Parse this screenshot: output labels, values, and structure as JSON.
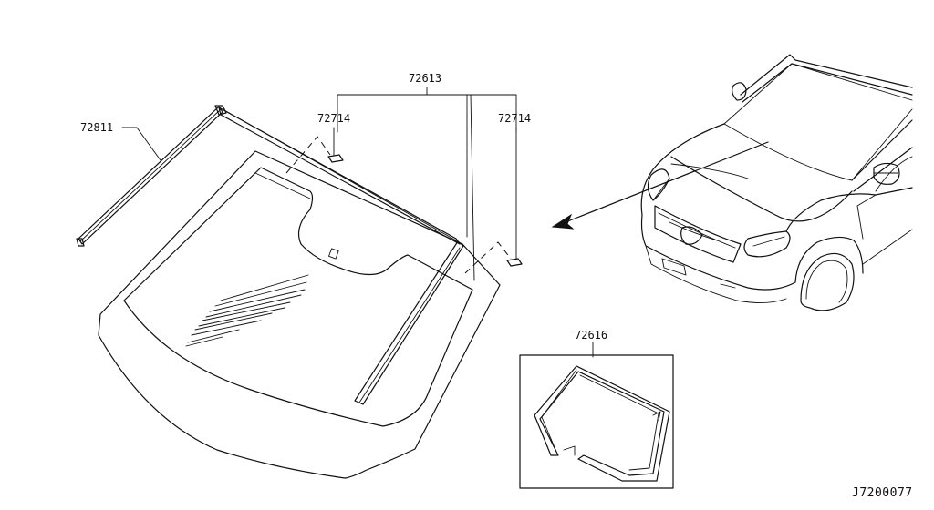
{
  "labels": {
    "molding_side": "72811",
    "molding_group": "72613",
    "clip_left": "72714",
    "clip_right": "72714",
    "dam_rubber": "72616"
  },
  "figure_code": "J7200077"
}
